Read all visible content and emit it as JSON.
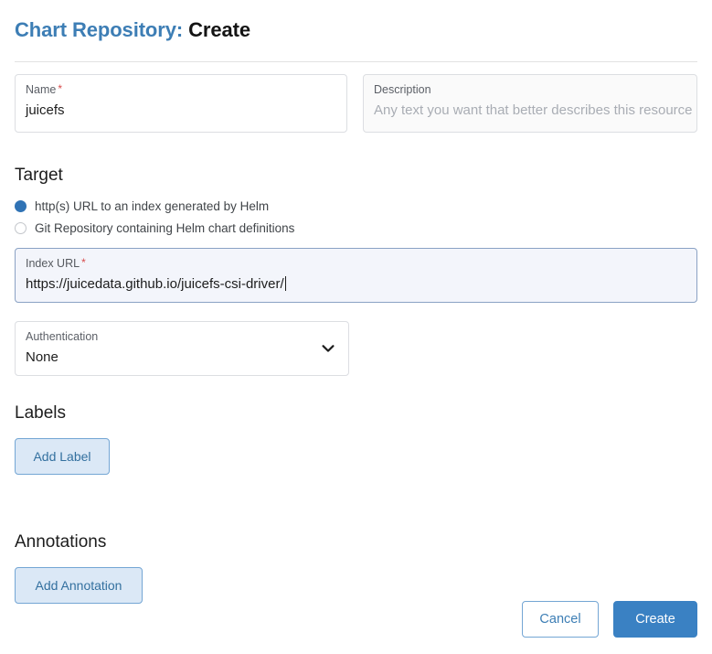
{
  "header": {
    "title_prefix": "Chart Repository:",
    "title_suffix": "Create"
  },
  "fields": {
    "name": {
      "label": "Name",
      "required_marker": "*",
      "value": "juicefs"
    },
    "description": {
      "label": "Description",
      "placeholder": "Any text you want that better describes this resource",
      "value": ""
    },
    "index_url": {
      "label": "Index URL",
      "required_marker": "*",
      "value": "https://juicedata.github.io/juicefs-csi-driver/",
      "focused": true
    },
    "authentication": {
      "label": "Authentication",
      "value": "None",
      "options": [
        "None"
      ]
    }
  },
  "sections": {
    "target": {
      "heading": "Target",
      "radios": [
        {
          "label": "http(s) URL to an index generated by Helm",
          "selected": true
        },
        {
          "label": "Git Repository containing Helm chart definitions",
          "selected": false
        }
      ]
    },
    "labels": {
      "heading": "Labels",
      "add_button": "Add Label"
    },
    "annotations": {
      "heading": "Annotations",
      "add_button": "Add Annotation"
    }
  },
  "footer": {
    "cancel_label": "Cancel",
    "create_label": "Create"
  },
  "icons": {
    "chevron_down": "chevron-down-icon"
  },
  "colors": {
    "accent_blue": "#3a81c3",
    "title_blue": "#3d7eb5",
    "radio_selected": "#3073b5",
    "light_button_bg": "#dbe8f6",
    "light_button_border": "#74a6d4",
    "required_red": "#d84b4b",
    "focus_border": "#8aa2c4",
    "focus_bg": "#f3f5fb",
    "placeholder_grey": "#a9adb4"
  }
}
